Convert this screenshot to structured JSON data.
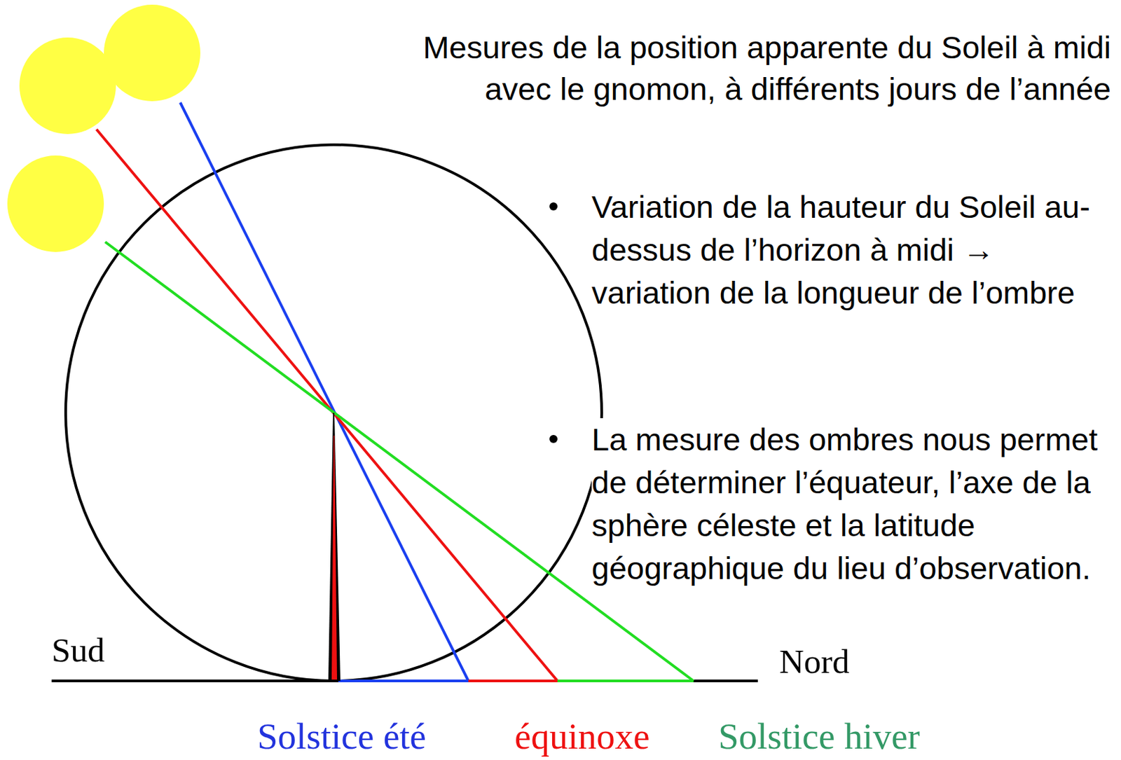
{
  "diagram": {
    "title": "Mesures de la position apparente du Soleil à midi avec le gnomon, à différents jours de l’année",
    "labels": [
      "Variation de la hauteur du Soleil au-dessus de l’horizon à midi → variation de la longueur de l’ombre",
      "La mesure des ombres nous permet de déterminer l’équateur, l’axe de la sphère céleste et la latitude géographique du lieu d’observation.",
      "Sud",
      "Nord",
      "Solstice été",
      "équinoxe",
      "Solstice hiver"
    ]
  }
}
